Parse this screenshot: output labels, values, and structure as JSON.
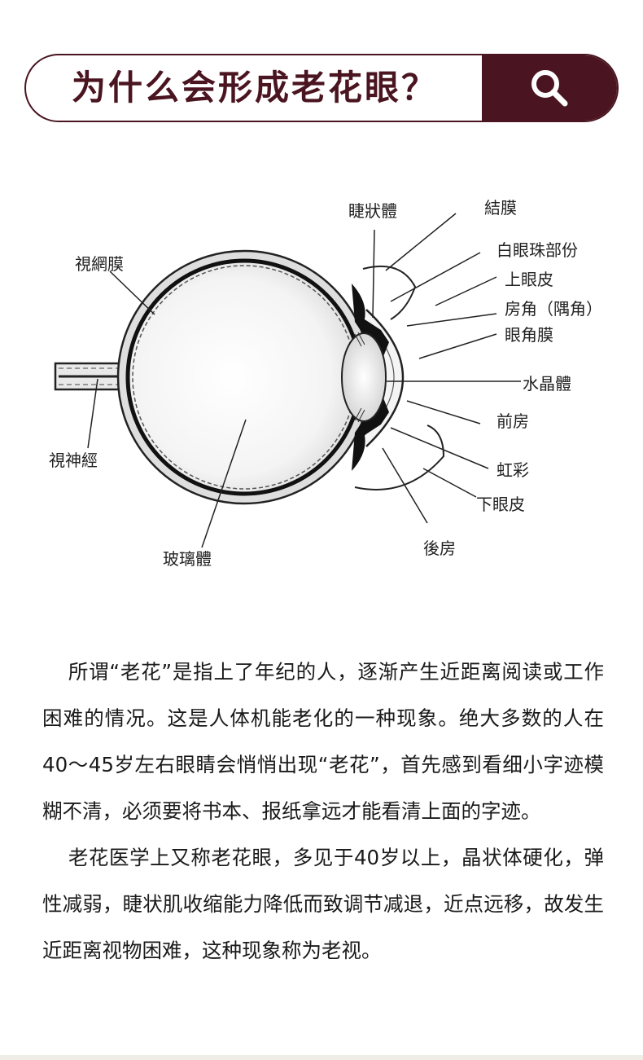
{
  "header": {
    "title": "为什么会形成老花眼？",
    "search_icon": "search-icon",
    "accent_color": "#4a1520"
  },
  "diagram": {
    "labels": {
      "ciliary_body": "睫狀體",
      "conjunctiva": "結膜",
      "sclera": "白眼珠部份",
      "retina": "視網膜",
      "upper_eyelid": "上眼皮",
      "angle": "房角（隅角）",
      "cornea": "眼角膜",
      "lens": "水晶體",
      "optic_nerve": "視神經",
      "anterior_chamber": "前房",
      "iris": "虹彩",
      "lower_eyelid": "下眼皮",
      "posterior_chamber": "後房",
      "vitreous_body": "玻璃體"
    }
  },
  "article": {
    "paragraphs": [
      "所谓“老花”是指上了年纪的人，逐渐产生近距离阅读或工作困难的情况。这是人体机能老化的一种现象。绝大多数的人在40～45岁左右眼睛会悄悄出现“老花”，首先感到看细小字迹模糊不清，必须要将书本、报纸拿远才能看清上面的字迹。",
      "老花医学上又称老花眼，多见于40岁以上，晶状体硬化，弹性减弱，睫状肌收缩能力降低而致调节减退，近点远移，故发生近距离视物困难，这种现象称为老视。"
    ]
  }
}
